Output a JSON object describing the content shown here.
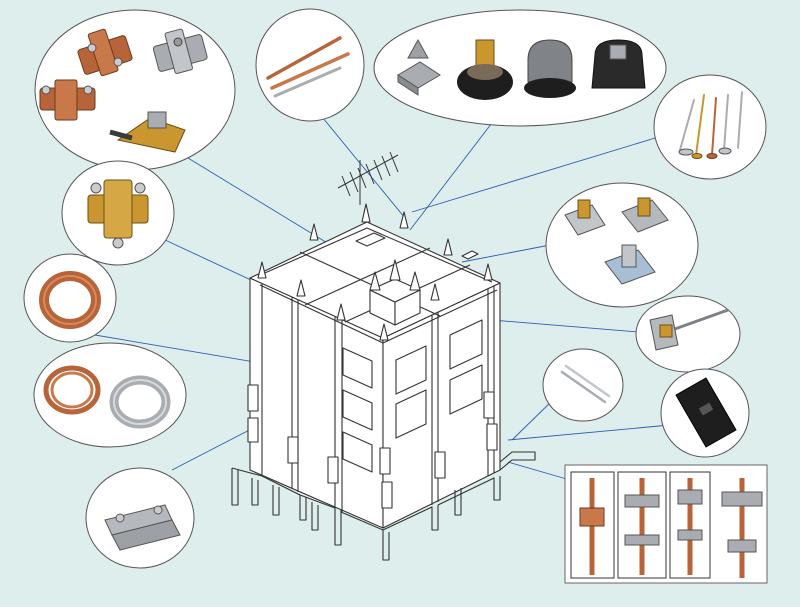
{
  "colors": {
    "background": "#ddeeec",
    "callout_line": "#2f5fb3",
    "building_stroke": "#333333",
    "copper": "#b8643a",
    "brass": "#c9962f",
    "steel": "#a9adb2",
    "dark_plastic": "#2a2a2a"
  },
  "components": [
    {
      "id": "copper-clamps",
      "icon": "copper-cross-clamps-icon"
    },
    {
      "id": "air-rods",
      "icon": "copper-air-rods-icon"
    },
    {
      "id": "rod-supports",
      "icon": "air-rod-concrete-supports-icon"
    },
    {
      "id": "roof-fasteners",
      "icon": "roof-conductor-fasteners-icon"
    },
    {
      "id": "base-plates",
      "icon": "air-rod-base-plates-icon"
    },
    {
      "id": "wall-holder",
      "icon": "wall-conductor-holder-icon"
    },
    {
      "id": "rod-pair",
      "icon": "steel-rods-icon"
    },
    {
      "id": "test-box",
      "icon": "black-test-box-icon"
    },
    {
      "id": "brass-connector",
      "icon": "brass-cross-connector-icon"
    },
    {
      "id": "copper-wire-coil",
      "icon": "copper-wire-coil-icon"
    },
    {
      "id": "wire-coils",
      "icon": "copper-and-steel-coils-icon"
    },
    {
      "id": "strip-clip",
      "icon": "strip-clip-icon"
    },
    {
      "id": "earthing-rods",
      "icon": "earthing-rod-couplings-icon"
    }
  ]
}
